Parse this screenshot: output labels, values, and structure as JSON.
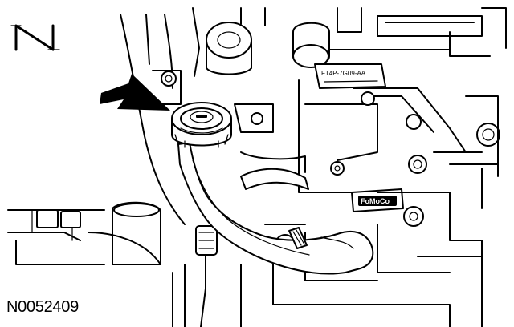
{
  "figure": {
    "id": "N0052409"
  },
  "part_labels": {
    "engraving_1": "FT4P-7G09-AA",
    "brand_plate": "FoMoCo"
  },
  "colors": {
    "ink": "#000000",
    "paper": "#ffffff"
  },
  "icons": {
    "pointer": "arrow-icon",
    "direction_marker": "n-glyph-icon"
  }
}
